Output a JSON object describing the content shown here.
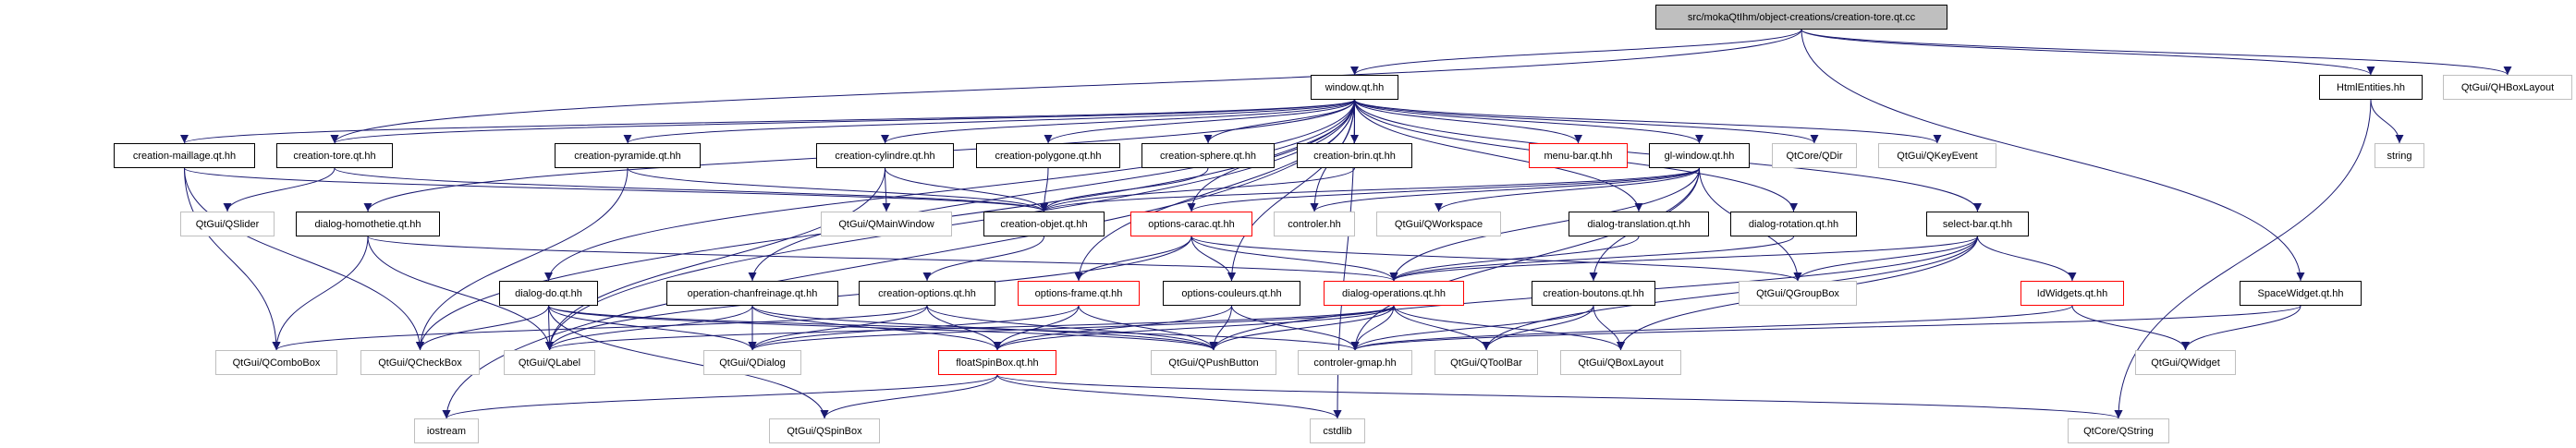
{
  "edge_color": "#191970",
  "nodes": [
    {
      "id": "root",
      "label": "src/mokaQtIhm/object-creations/creation-tore.qt.cc",
      "kind": "root"
    },
    {
      "id": "window",
      "label": "window.qt.hh",
      "kind": "internal"
    },
    {
      "id": "htmlentities",
      "label": "HtmlEntities.hh",
      "kind": "internal"
    },
    {
      "id": "qhboxlayout",
      "label": "QtGui/QHBoxLayout",
      "kind": "external"
    },
    {
      "id": "creation_maillage",
      "label": "creation-maillage.qt.hh",
      "kind": "internal"
    },
    {
      "id": "creation_tore",
      "label": "creation-tore.qt.hh",
      "kind": "internal"
    },
    {
      "id": "creation_pyramide",
      "label": "creation-pyramide.qt.hh",
      "kind": "internal"
    },
    {
      "id": "creation_cylindre",
      "label": "creation-cylindre.qt.hh",
      "kind": "internal"
    },
    {
      "id": "creation_polygone",
      "label": "creation-polygone.qt.hh",
      "kind": "internal"
    },
    {
      "id": "creation_sphere",
      "label": "creation-sphere.qt.hh",
      "kind": "internal"
    },
    {
      "id": "creation_brin",
      "label": "creation-brin.qt.hh",
      "kind": "internal"
    },
    {
      "id": "menu_bar",
      "label": "menu-bar.qt.hh",
      "kind": "red"
    },
    {
      "id": "gl_window",
      "label": "gl-window.qt.hh",
      "kind": "internal"
    },
    {
      "id": "qdir",
      "label": "QtCore/QDir",
      "kind": "external"
    },
    {
      "id": "qkeyevent",
      "label": "QtGui/QKeyEvent",
      "kind": "external"
    },
    {
      "id": "string",
      "label": "string",
      "kind": "external"
    },
    {
      "id": "qslider",
      "label": "QtGui/QSlider",
      "kind": "external"
    },
    {
      "id": "dialog_homothetie",
      "label": "dialog-homothetie.qt.hh",
      "kind": "internal"
    },
    {
      "id": "qmainwindow",
      "label": "QtGui/QMainWindow",
      "kind": "external"
    },
    {
      "id": "creation_objet",
      "label": "creation-objet.qt.hh",
      "kind": "internal"
    },
    {
      "id": "options_carac",
      "label": "options-carac.qt.hh",
      "kind": "red"
    },
    {
      "id": "controler",
      "label": "controler.hh",
      "kind": "external"
    },
    {
      "id": "qworkspace",
      "label": "QtGui/QWorkspace",
      "kind": "external"
    },
    {
      "id": "dialog_translation",
      "label": "dialog-translation.qt.hh",
      "kind": "internal"
    },
    {
      "id": "dialog_rotation",
      "label": "dialog-rotation.qt.hh",
      "kind": "internal"
    },
    {
      "id": "select_bar",
      "label": "select-bar.qt.hh",
      "kind": "internal"
    },
    {
      "id": "dialog_do",
      "label": "dialog-do.qt.hh",
      "kind": "internal"
    },
    {
      "id": "operation_chanfreinage",
      "label": "operation-chanfreinage.qt.hh",
      "kind": "internal"
    },
    {
      "id": "creation_options",
      "label": "creation-options.qt.hh",
      "kind": "internal"
    },
    {
      "id": "options_frame",
      "label": "options-frame.qt.hh",
      "kind": "red"
    },
    {
      "id": "options_couleurs",
      "label": "options-couleurs.qt.hh",
      "kind": "internal"
    },
    {
      "id": "dialog_operations",
      "label": "dialog-operations.qt.hh",
      "kind": "red"
    },
    {
      "id": "creation_boutons",
      "label": "creation-boutons.qt.hh",
      "kind": "internal"
    },
    {
      "id": "qgroupbox",
      "label": "QtGui/QGroupBox",
      "kind": "external"
    },
    {
      "id": "idwidgets",
      "label": "IdWidgets.qt.hh",
      "kind": "red"
    },
    {
      "id": "spacewidget",
      "label": "SpaceWidget.qt.hh",
      "kind": "internal"
    },
    {
      "id": "qcombobox",
      "label": "QtGui/QComboBox",
      "kind": "external"
    },
    {
      "id": "qcheckbox",
      "label": "QtGui/QCheckBox",
      "kind": "external"
    },
    {
      "id": "qlabel",
      "label": "QtGui/QLabel",
      "kind": "external"
    },
    {
      "id": "qdialog",
      "label": "QtGui/QDialog",
      "kind": "external"
    },
    {
      "id": "floatspinbox",
      "label": "floatSpinBox.qt.hh",
      "kind": "red"
    },
    {
      "id": "qpushbutton",
      "label": "QtGui/QPushButton",
      "kind": "external"
    },
    {
      "id": "controler_gmap",
      "label": "controler-gmap.hh",
      "kind": "external"
    },
    {
      "id": "qtoolbar",
      "label": "QtGui/QToolBar",
      "kind": "external"
    },
    {
      "id": "qboxlayout",
      "label": "QtGui/QBoxLayout",
      "kind": "external"
    },
    {
      "id": "qwidget",
      "label": "QtGui/QWidget",
      "kind": "external"
    },
    {
      "id": "iostream",
      "label": "iostream",
      "kind": "external"
    },
    {
      "id": "qspinbox",
      "label": "QtGui/QSpinBox",
      "kind": "external"
    },
    {
      "id": "cstdlib",
      "label": "cstdlib",
      "kind": "external"
    },
    {
      "id": "qstring",
      "label": "QtCore/QString",
      "kind": "external"
    }
  ],
  "edges": [
    [
      "root",
      "window"
    ],
    [
      "root",
      "htmlentities"
    ],
    [
      "root",
      "qhboxlayout"
    ],
    [
      "root",
      "creation_tore"
    ],
    [
      "root",
      "spacewidget"
    ],
    [
      "window",
      "creation_maillage"
    ],
    [
      "window",
      "creation_tore"
    ],
    [
      "window",
      "creation_pyramide"
    ],
    [
      "window",
      "creation_cylindre"
    ],
    [
      "window",
      "creation_polygone"
    ],
    [
      "window",
      "creation_sphere"
    ],
    [
      "window",
      "creation_brin"
    ],
    [
      "window",
      "menu_bar"
    ],
    [
      "window",
      "gl_window"
    ],
    [
      "window",
      "qdir"
    ],
    [
      "window",
      "qkeyevent"
    ],
    [
      "window",
      "dialog_homothetie"
    ],
    [
      "window",
      "dialog_do"
    ],
    [
      "window",
      "operation_chanfreinage"
    ],
    [
      "window",
      "options_carac"
    ],
    [
      "window",
      "controler"
    ],
    [
      "window",
      "dialog_translation"
    ],
    [
      "window",
      "dialog_rotation"
    ],
    [
      "window",
      "select_bar"
    ],
    [
      "window",
      "iostream"
    ],
    [
      "window",
      "cstdlib"
    ],
    [
      "window",
      "options_frame"
    ],
    [
      "window",
      "options_couleurs"
    ],
    [
      "window",
      "qcheckbox"
    ],
    [
      "window",
      "qlabel"
    ],
    [
      "htmlentities",
      "string"
    ],
    [
      "htmlentities",
      "qstring"
    ],
    [
      "creation_maillage",
      "creation_objet"
    ],
    [
      "creation_maillage",
      "qcombobox"
    ],
    [
      "creation_maillage",
      "qcheckbox"
    ],
    [
      "creation_tore",
      "creation_objet"
    ],
    [
      "creation_tore",
      "qslider"
    ],
    [
      "creation_pyramide",
      "creation_objet"
    ],
    [
      "creation_pyramide",
      "qcheckbox"
    ],
    [
      "creation_cylindre",
      "creation_objet"
    ],
    [
      "creation_cylindre",
      "qmainwindow"
    ],
    [
      "creation_cylindre",
      "qlabel"
    ],
    [
      "creation_polygone",
      "creation_objet"
    ],
    [
      "creation_sphere",
      "creation_objet"
    ],
    [
      "creation_brin",
      "creation_objet"
    ],
    [
      "dialog_homothetie",
      "qcombobox"
    ],
    [
      "dialog_homothetie",
      "qlabel"
    ],
    [
      "dialog_homothetie",
      "dialog_operations"
    ],
    [
      "creation_objet",
      "creation_options"
    ],
    [
      "gl_window",
      "creation_objet"
    ],
    [
      "gl_window",
      "options_carac"
    ],
    [
      "gl_window",
      "controler"
    ],
    [
      "gl_window",
      "qworkspace"
    ],
    [
      "gl_window",
      "dialog_operations"
    ],
    [
      "gl_window",
      "qgroupbox"
    ],
    [
      "gl_window",
      "controler_gmap"
    ],
    [
      "gl_window",
      "creation_boutons"
    ],
    [
      "options_carac",
      "options_frame"
    ],
    [
      "options_carac",
      "options_couleurs"
    ],
    [
      "options_carac",
      "dialog_operations"
    ],
    [
      "options_carac",
      "qgroupbox"
    ],
    [
      "options_carac",
      "qlabel"
    ],
    [
      "dialog_translation",
      "dialog_operations"
    ],
    [
      "dialog_rotation",
      "dialog_operations"
    ],
    [
      "select_bar",
      "dialog_operations"
    ],
    [
      "select_bar",
      "qgroupbox"
    ],
    [
      "select_bar",
      "idwidgets"
    ],
    [
      "select_bar",
      "qpushbutton"
    ],
    [
      "select_bar",
      "qtoolbar"
    ],
    [
      "select_bar",
      "qboxlayout"
    ],
    [
      "dialog_do",
      "qcheckbox"
    ],
    [
      "dialog_do",
      "qlabel"
    ],
    [
      "dialog_do",
      "qdialog"
    ],
    [
      "dialog_do",
      "qspinbox"
    ],
    [
      "dialog_do",
      "qpushbutton"
    ],
    [
      "dialog_do",
      "controler_gmap"
    ],
    [
      "operation_chanfreinage",
      "qlabel"
    ],
    [
      "operation_chanfreinage",
      "qdialog"
    ],
    [
      "operation_chanfreinage",
      "qpushbutton"
    ],
    [
      "operation_chanfreinage",
      "floatspinbox"
    ],
    [
      "creation_options",
      "qdialog"
    ],
    [
      "creation_options",
      "floatspinbox"
    ],
    [
      "creation_options",
      "qcombobox"
    ],
    [
      "creation_options",
      "qpushbutton"
    ],
    [
      "options_frame",
      "qpushbutton"
    ],
    [
      "options_frame",
      "qdialog"
    ],
    [
      "options_frame",
      "floatspinbox"
    ],
    [
      "options_couleurs",
      "qpushbutton"
    ],
    [
      "options_couleurs",
      "controler_gmap"
    ],
    [
      "options_couleurs",
      "floatspinbox"
    ],
    [
      "dialog_operations",
      "qpushbutton"
    ],
    [
      "dialog_operations",
      "controler_gmap"
    ],
    [
      "dialog_operations",
      "qtoolbar"
    ],
    [
      "dialog_operations",
      "qboxlayout"
    ],
    [
      "dialog_operations",
      "floatspinbox"
    ],
    [
      "dialog_operations",
      "qdialog"
    ],
    [
      "dialog_operations",
      "qlabel"
    ],
    [
      "creation_boutons",
      "qboxlayout"
    ],
    [
      "creation_boutons",
      "qtoolbar"
    ],
    [
      "creation_boutons",
      "controler_gmap"
    ],
    [
      "idwidgets",
      "qwidget"
    ],
    [
      "idwidgets",
      "controler_gmap"
    ],
    [
      "spacewidget",
      "qwidget"
    ],
    [
      "spacewidget",
      "controler_gmap"
    ],
    [
      "floatspinbox",
      "iostream"
    ],
    [
      "floatspinbox",
      "qspinbox"
    ],
    [
      "floatspinbox",
      "cstdlib"
    ],
    [
      "floatspinbox",
      "qstring"
    ]
  ]
}
